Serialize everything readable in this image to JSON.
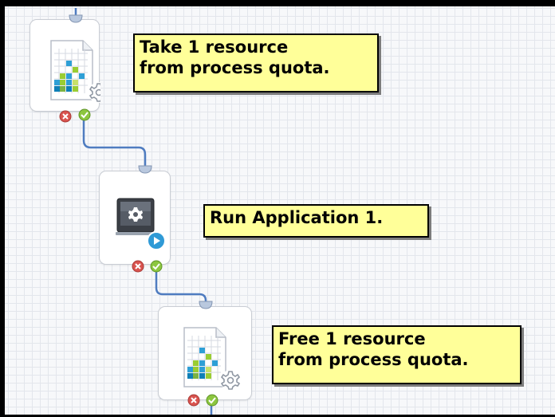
{
  "workflow": {
    "nodes": [
      {
        "name": "take-resource-node",
        "icon": "quota-resource-icon",
        "note": "Take 1 resource\nfrom process quota."
      },
      {
        "name": "run-application-node",
        "icon": "run-application-icon",
        "note": "Run Application 1."
      },
      {
        "name": "free-resource-node",
        "icon": "quota-resource-icon",
        "note": "Free 1 resource\nfrom process quota."
      }
    ],
    "ports": {
      "fail": "fail-port-icon",
      "success": "success-port-icon",
      "input": "input-port-icon"
    }
  },
  "colors": {
    "note_bg": "#ffff99",
    "connector": "#4f7cc0",
    "fail_port": "#d9534f",
    "success_port": "#8cc63f"
  }
}
